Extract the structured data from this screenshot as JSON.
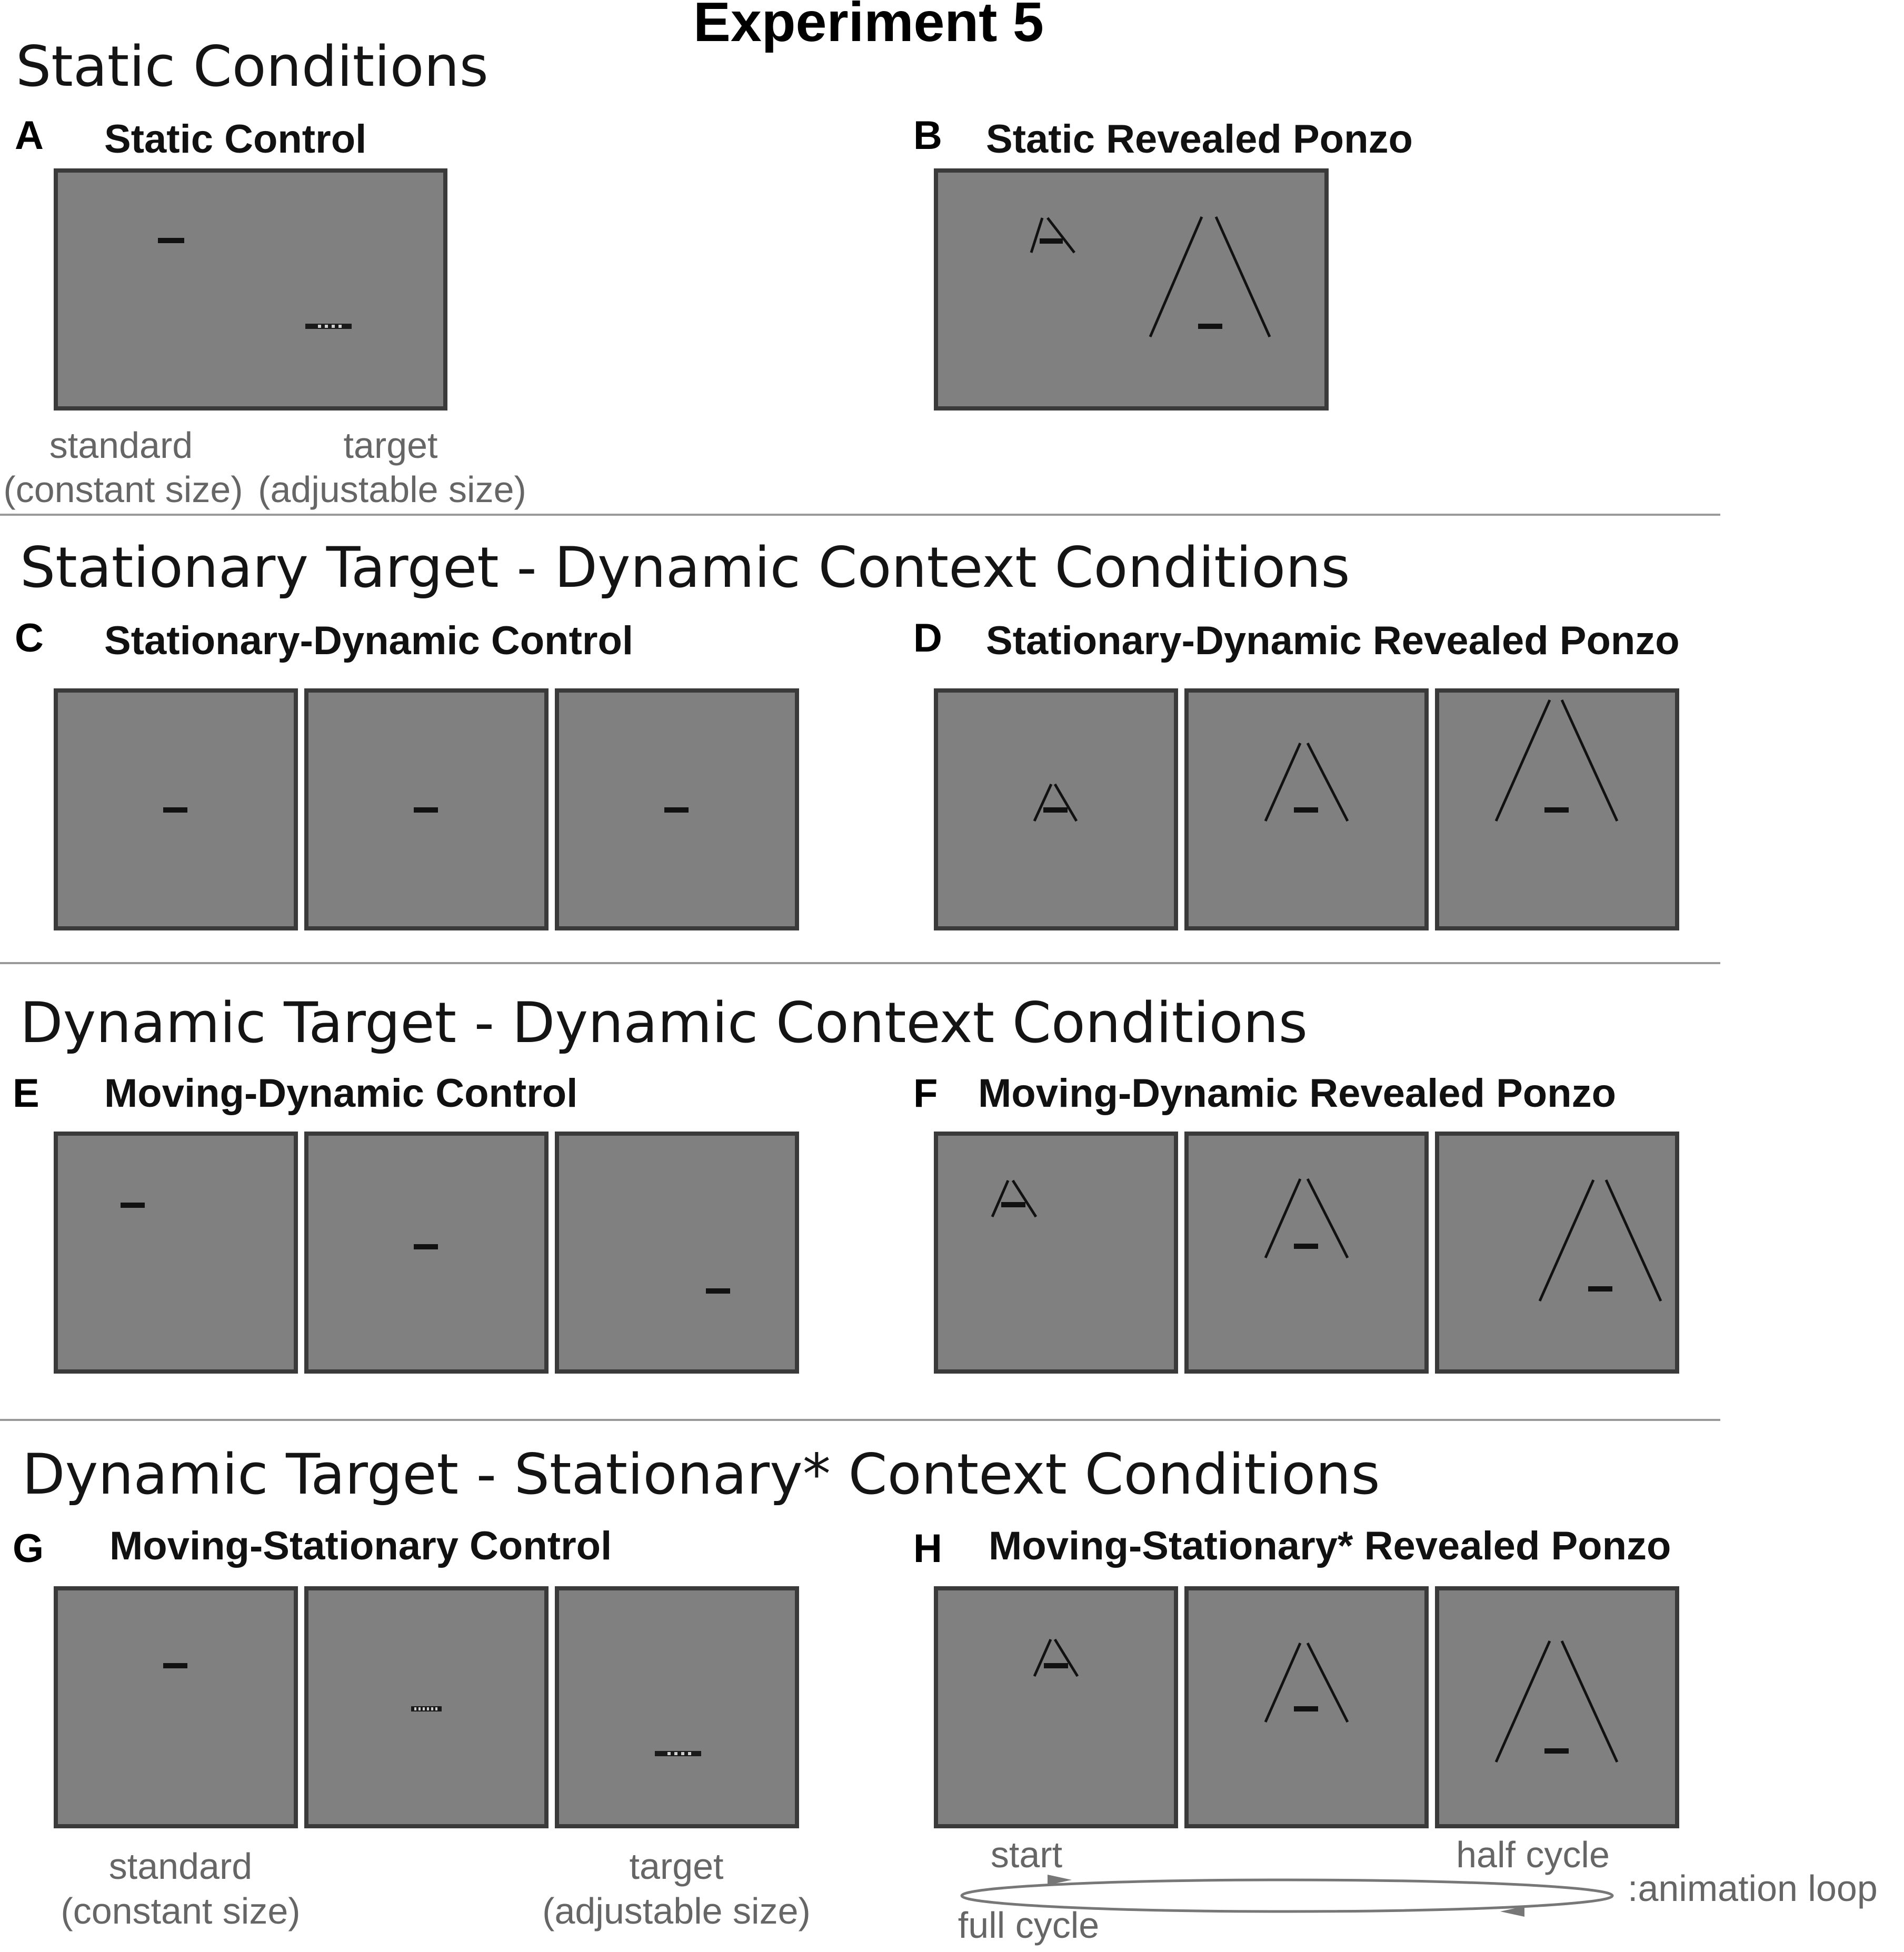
{
  "title": "Experiment 5",
  "sections": [
    {
      "heading": "Static Conditions",
      "panels": [
        {
          "letter": "A",
          "title": "Static Control"
        },
        {
          "letter": "B",
          "title": "Static Revealed Ponzo"
        }
      ],
      "captions": {
        "standard": "standard",
        "standard_sub": "(constant size)",
        "target": "target",
        "target_sub": "(adjustable size)"
      }
    },
    {
      "heading": "Stationary Target - Dynamic Context Conditions",
      "panels": [
        {
          "letter": "C",
          "title": "Stationary-Dynamic Control"
        },
        {
          "letter": "D",
          "title": "Stationary-Dynamic Revealed Ponzo"
        }
      ]
    },
    {
      "heading": "Dynamic Target - Dynamic Context Conditions",
      "panels": [
        {
          "letter": "E",
          "title": "Moving-Dynamic Control"
        },
        {
          "letter": "F",
          "title": "Moving-Dynamic Revealed Ponzo"
        }
      ]
    },
    {
      "heading": "Dynamic Target - Stationary* Context Conditions",
      "panels": [
        {
          "letter": "G",
          "title": "Moving-Stationary Control"
        },
        {
          "letter": "H",
          "title": "Moving-Stationary* Revealed Ponzo"
        }
      ],
      "captions": {
        "standard": "standard",
        "standard_sub": "(constant size)",
        "target": "target",
        "target_sub": "(adjustable size)"
      }
    }
  ],
  "animation": {
    "start": "start",
    "half_cycle": "half cycle",
    "full_cycle": "full cycle",
    "loop_label": ":animation loop"
  },
  "colors": {
    "frame_fill": "#808080",
    "frame_border": "#3a3a3a",
    "stimulus": "#111111",
    "caption_text": "#666666"
  }
}
